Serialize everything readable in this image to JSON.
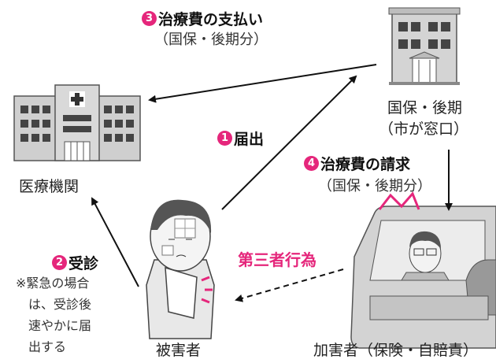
{
  "nodes": {
    "hospital": "医療機関",
    "insurer_line1": "国保・後期",
    "insurer_line2": "（市が窓口）",
    "victim": "被害者",
    "offender": "加害者（保険・自賠責）"
  },
  "steps": {
    "s1": {
      "num": "1",
      "label": "届出"
    },
    "s2": {
      "num": "2",
      "label": "受診"
    },
    "s3": {
      "num": "3",
      "label": "治療費の支払い",
      "sub": "（国保・後期分）"
    },
    "s4": {
      "num": "4",
      "label": "治療費の請求",
      "sub": "（国保・後期分）"
    }
  },
  "third_party": "第三者行為",
  "note_lines": [
    "※緊急の場合",
    "は、受診後",
    "速やかに届",
    "出する"
  ],
  "colors": {
    "accent": "#e5267b",
    "ink": "#111111"
  }
}
